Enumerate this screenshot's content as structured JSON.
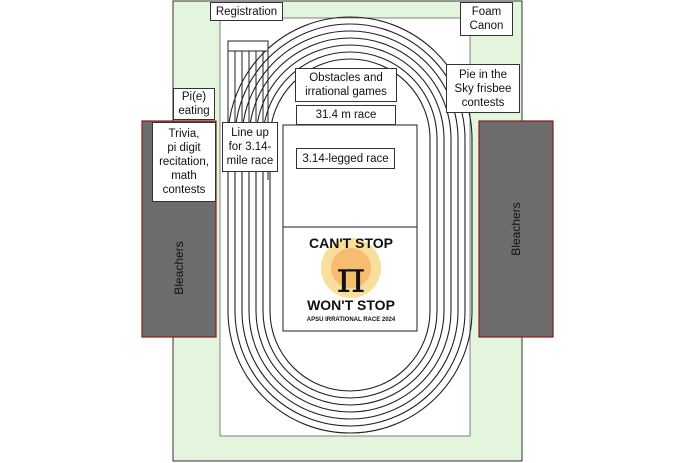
{
  "labels": {
    "registration": "Registration",
    "foam_canon": "Foam\nCanon",
    "pie_eating": "Pi(e)\neating",
    "obstacles": "Obstacles and\nirrational games",
    "pie_in_sky": "Pie in the\nSky frisbee\ncontests",
    "race_314m": "31.4 m race",
    "trivia": "Trivia,\npi digit\nrecitation,\nmath\ncontests",
    "line_up": "Line up\nfor 3.14-\nmile race",
    "legged_race": "3.14-legged race",
    "bleachers_left": "Bleachers",
    "bleachers_right": "Bleachers"
  },
  "logo": {
    "top_text": "CAN'T STOP",
    "symbol": "π",
    "bottom_text": "WON'T STOP",
    "caption": "APSU IRRATIONAL RACE 2024"
  },
  "colors": {
    "grass": "#e3f5dd",
    "bleachers": "#6d6d6d",
    "track_line": "#222222",
    "logo_warm": "#f1a21c",
    "logo_red": "#c8321e"
  }
}
